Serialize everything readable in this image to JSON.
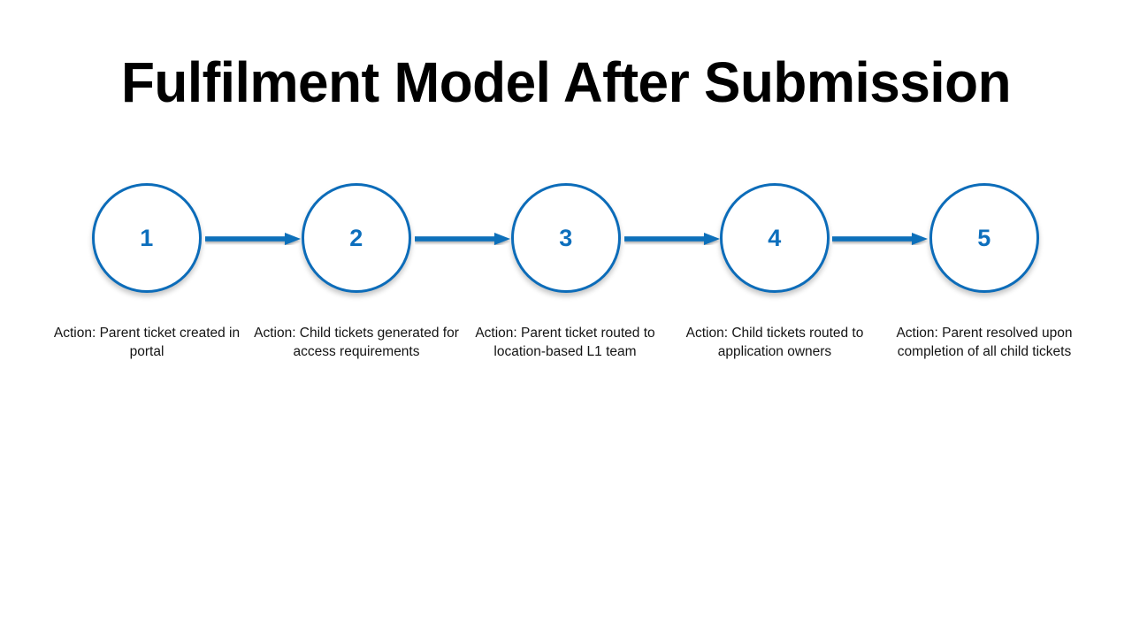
{
  "slide": {
    "title": "Fulfilment Model After Submission",
    "background_color": "#ffffff",
    "accent_color": "#0c6cb9",
    "title_color": "#000000",
    "caption_color": "#141414"
  },
  "process": {
    "type": "linear-flow",
    "steps": [
      {
        "number": "1",
        "caption": "Action: Parent ticket created in portal"
      },
      {
        "number": "2",
        "caption": "Action: Child tickets generated for access requirements"
      },
      {
        "number": "3",
        "caption": "Action: Parent ticket routed to location-based L1 team"
      },
      {
        "number": "4",
        "caption": "Action: Child tickets routed to application owners"
      },
      {
        "number": "5",
        "caption": "Action: Parent resolved upon completion of all child tickets"
      }
    ],
    "connectors": [
      {
        "from": "1",
        "to": "2",
        "icon": "arrow-right-icon"
      },
      {
        "from": "2",
        "to": "3",
        "icon": "arrow-right-icon"
      },
      {
        "from": "3",
        "to": "4",
        "icon": "arrow-right-icon"
      },
      {
        "from": "4",
        "to": "5",
        "icon": "arrow-right-icon"
      }
    ]
  }
}
